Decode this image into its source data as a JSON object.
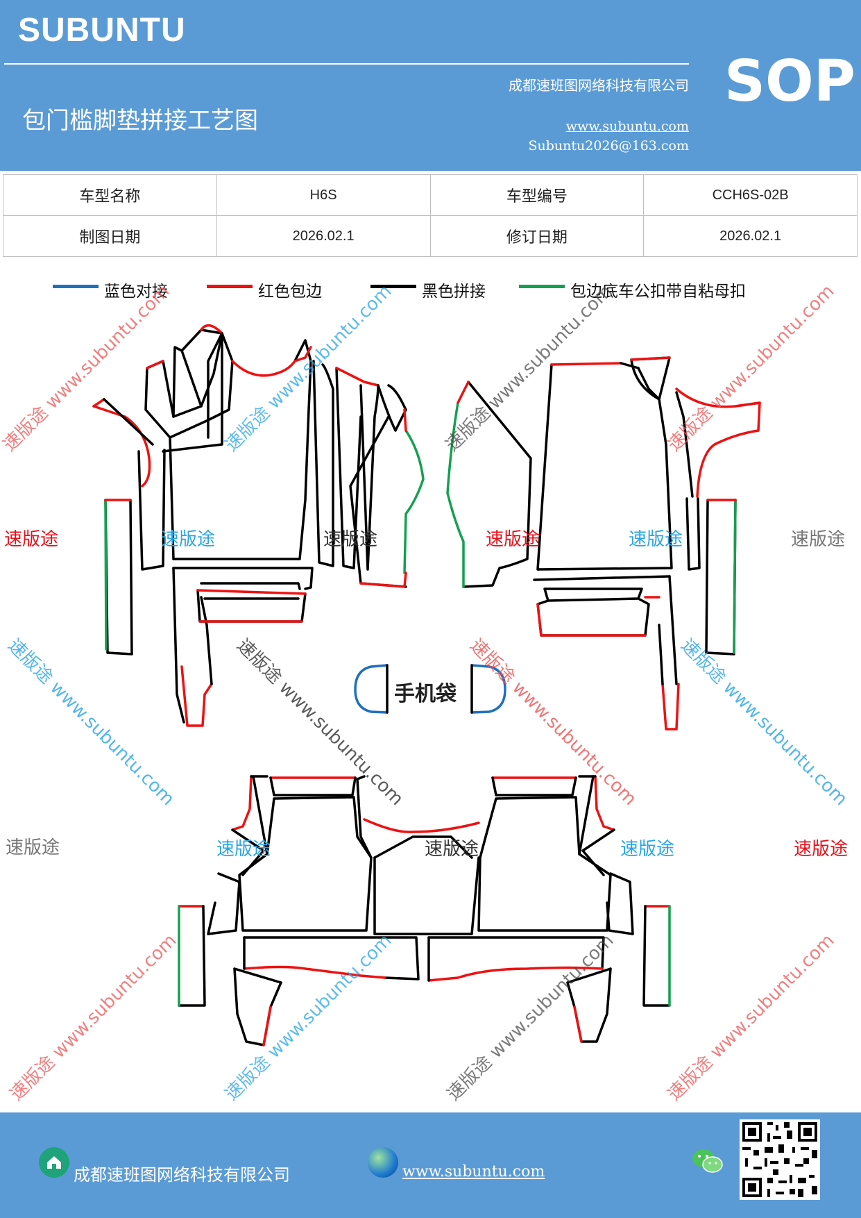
{
  "header": {
    "brand": "SUBUNTU",
    "company": "成都速班图网络科技有限公司",
    "title": "包门槛脚垫拼接工艺图",
    "url": "www.subuntu.com",
    "email": "Subuntu2026@163.com",
    "badge": "SOP"
  },
  "info_table": {
    "model_name_label": "车型名称",
    "model_name": "H6S",
    "model_code_label": "车型编号",
    "model_code": "CCH6S-02B",
    "draw_date_label": "制图日期",
    "draw_date": "2026.02.1",
    "revise_date_label": "修订日期",
    "revise_date": "2026.02.1"
  },
  "legend": [
    {
      "label": "蓝色对接",
      "color": "#1f6fbf"
    },
    {
      "label": "红色包边",
      "color": "#ee1111"
    },
    {
      "label": "黑色拼接",
      "color": "#000000"
    },
    {
      "label": "包边底车公扣带自粘母扣",
      "color": "#14a050"
    }
  ],
  "diagram": {
    "phone_bag_label": "手机袋"
  },
  "watermarks": {
    "brand": "速版途",
    "site": "速版途 www.subuntu.com",
    "site_only": "www.subuntu.com"
  },
  "footer": {
    "company": "成都速班图网络科技有限公司",
    "url": "www.subuntu.com",
    "icons": [
      "house-icon",
      "globe-icon",
      "wechat-icon",
      "qr-code"
    ]
  }
}
